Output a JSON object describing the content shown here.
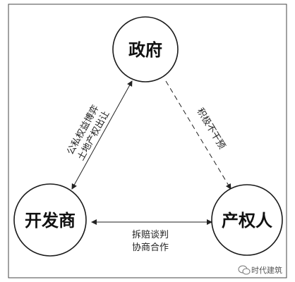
{
  "nodes": {
    "government": "政府",
    "developer": "开发商",
    "owner": "产权人"
  },
  "edges": {
    "government_developer": {
      "line1": "公私权益博弈",
      "line2": "土地产权出让"
    },
    "government_owner": {
      "label": "积极不干预"
    },
    "developer_owner": {
      "line1": "拆赔谈判",
      "line2": "协商合作"
    }
  },
  "watermark": {
    "text": "时代建筑"
  },
  "colors": {
    "stroke": "#1a1a1a",
    "background": "#ffffff"
  }
}
